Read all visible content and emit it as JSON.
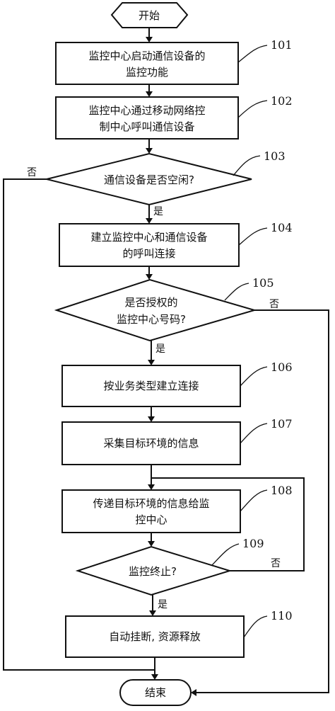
{
  "start": "开始",
  "end": "结束",
  "steps": [
    {
      "ref": "101",
      "lines": [
        "监控中心启动通信设备的",
        "监控功能"
      ]
    },
    {
      "ref": "102",
      "lines": [
        "监控中心通过移动网络控",
        "制中心呼叫通信设备"
      ]
    },
    {
      "ref": "103",
      "lines": [
        "通信设备是否空闲?"
      ],
      "yes": "是",
      "no": "否"
    },
    {
      "ref": "104",
      "lines": [
        "建立监控中心和通信设备",
        "的呼叫连接"
      ]
    },
    {
      "ref": "105",
      "lines": [
        "是否授权的",
        "监控中心号码?"
      ],
      "yes": "是",
      "no": "否"
    },
    {
      "ref": "106",
      "lines": [
        "按业务类型建立连接"
      ]
    },
    {
      "ref": "107",
      "lines": [
        "采集目标环境的信息"
      ]
    },
    {
      "ref": "108",
      "lines": [
        "传递目标环境的信息给监",
        "控中心"
      ]
    },
    {
      "ref": "109",
      "lines": [
        "监控终止?"
      ],
      "yes": "是",
      "no": "否"
    },
    {
      "ref": "110",
      "lines": [
        "自动挂断, 资源释放"
      ]
    }
  ]
}
